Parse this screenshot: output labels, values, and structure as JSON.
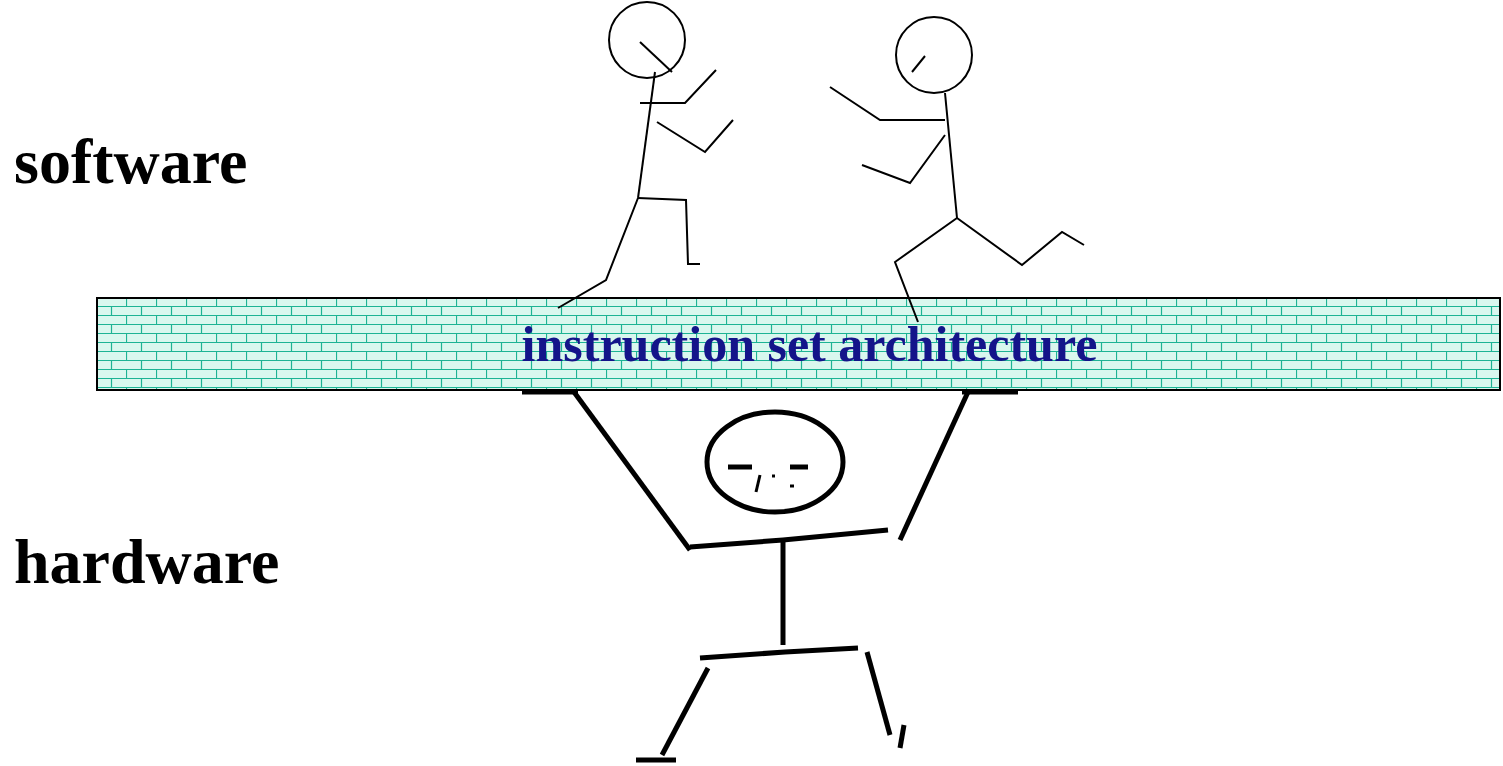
{
  "diagram": {
    "nodes": [
      {
        "text": [
          "instruction set architecture"
        ]
      }
    ],
    "labels": [
      "software",
      "hardware"
    ]
  }
}
